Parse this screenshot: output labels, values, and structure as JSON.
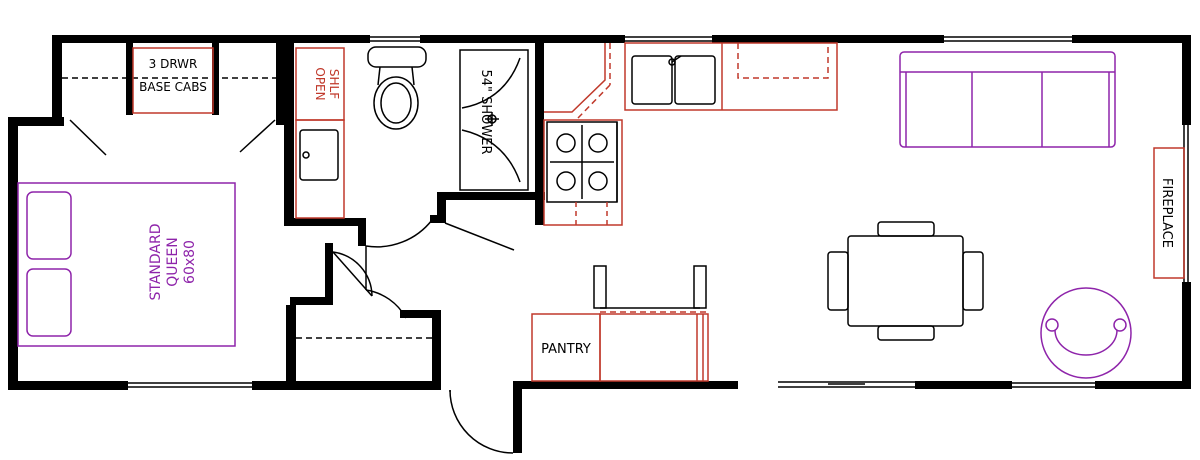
{
  "labels": {
    "base_cabs_line1": "3 DRWR",
    "base_cabs_line2": "BASE CABS",
    "open_shelf_line1": "OPEN",
    "open_shelf_line2": "SHLF",
    "shower": "54\" SHOWER",
    "bed_line1": "STANDARD",
    "bed_line2": "QUEEN",
    "bed_line3": "60x80",
    "pantry": "PANTRY",
    "fireplace": "FIREPLACE"
  },
  "colors": {
    "wall": "#000000",
    "fixture": "#c0392b",
    "furniture": "#8e24aa",
    "line": "#000000"
  }
}
